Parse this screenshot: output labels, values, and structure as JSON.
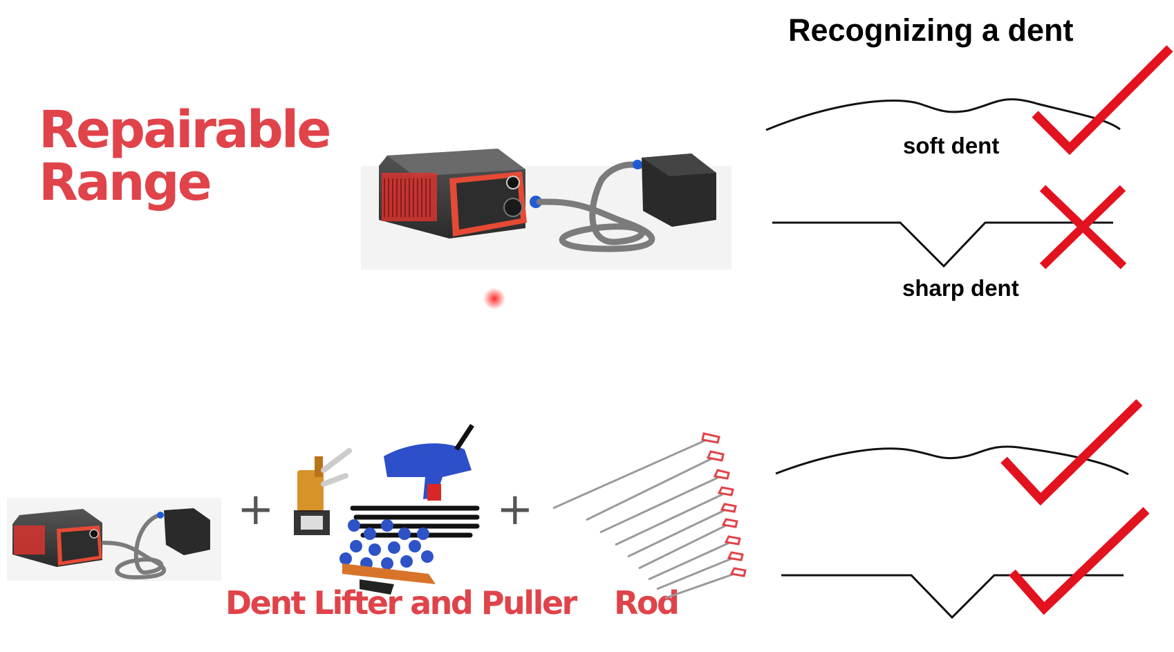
{
  "heading": {
    "line1": "Repairable",
    "line2": "Range"
  },
  "recognize": {
    "title": "Recognizing a dent",
    "soft_label": "soft dent",
    "sharp_label": "sharp dent"
  },
  "products": {
    "plus_1": "+",
    "plus_2": "+",
    "lifter_label": "Dent Lifter and Puller",
    "rod_label": "Rod"
  },
  "colors": {
    "accent_red": "#e0434a",
    "mark_red": "#e2121f"
  },
  "icons": [
    "check-mark-icon",
    "cross-mark-icon",
    "induction-heater-device",
    "glue-gun-kit",
    "rod-set"
  ]
}
